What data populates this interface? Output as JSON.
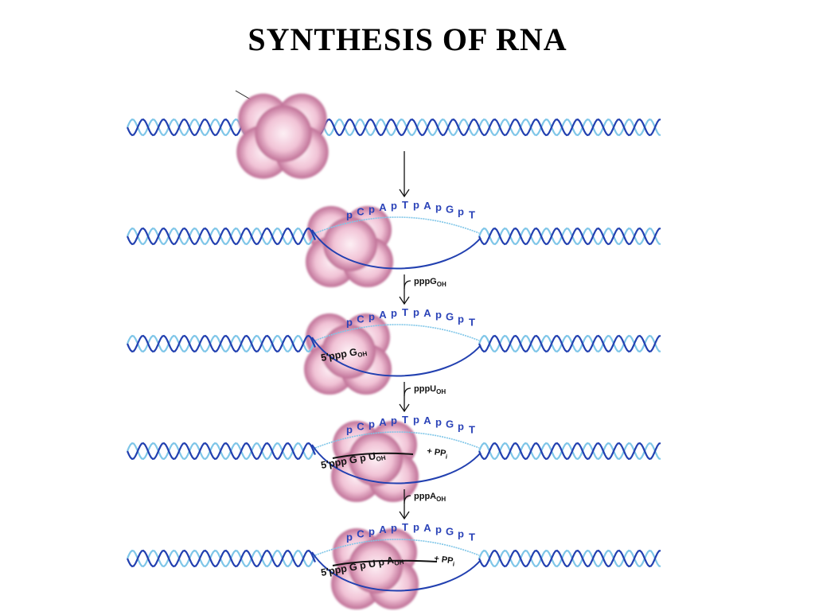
{
  "title": "SYNTHESIS  OF  RNA",
  "colors": {
    "dna_dark": "#2240b0",
    "dna_light": "#7fc6e8",
    "polymerase": "#c7799f",
    "text": "#111111"
  },
  "template_strand": [
    "p",
    "C",
    "p",
    "A",
    "p",
    "T",
    "p",
    "A",
    "p",
    "G",
    "p",
    "T"
  ],
  "stages": [
    {
      "rna": null,
      "rna_subscript": null,
      "pp": null
    },
    {
      "rna": null,
      "rna_subscript": null,
      "pp": null
    },
    {
      "rna": "5′ppp G",
      "rna_subscript": "OH",
      "pp": null
    },
    {
      "rna": "5′ppp G p U",
      "rna_subscript": "OH",
      "pp": {
        "plus": "+",
        "main": "PP",
        "sub": "i"
      }
    },
    {
      "rna": "5′ppp G p U p A",
      "rna_subscript": "OH",
      "pp": {
        "plus": "+",
        "main": "PP",
        "sub": "i"
      }
    }
  ],
  "steps": [
    {
      "label": null
    },
    {
      "label": "pppG",
      "subscript": "OH"
    },
    {
      "label": "pppU",
      "subscript": "OH"
    },
    {
      "label": "pppA",
      "subscript": "OH"
    }
  ]
}
